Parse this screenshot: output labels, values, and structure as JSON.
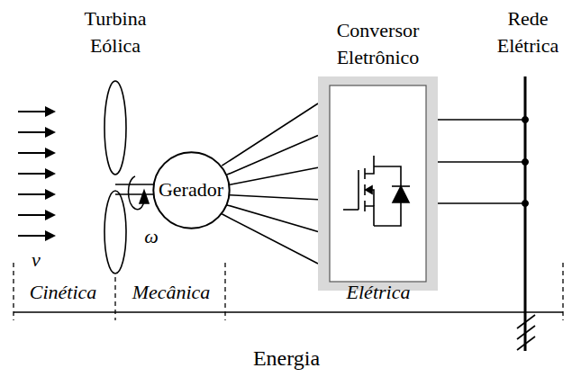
{
  "diagram": {
    "nodes": [
      {
        "text": [
          "Gerador"
        ]
      },
      {
        "text": [
          "Conversor Eletrônico"
        ]
      }
    ],
    "edges": [
      {
        "from": 0,
        "to": 1,
        "arrow": "none"
      }
    ],
    "labels": [
      "Turbina Eólica",
      "v",
      "ω",
      "Rede Elétrica",
      "Cinética",
      "Mecânica",
      "Elétrica",
      "Energia"
    ]
  }
}
